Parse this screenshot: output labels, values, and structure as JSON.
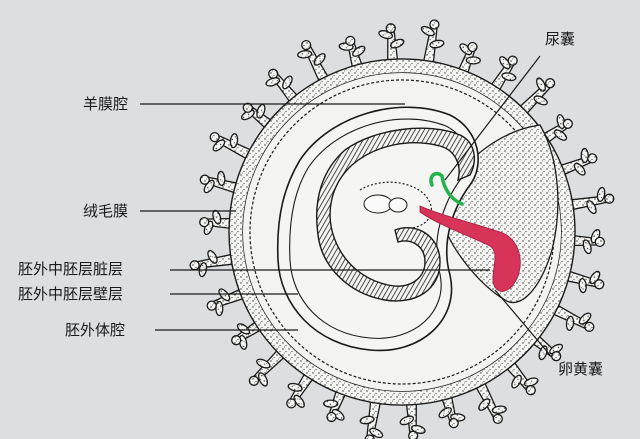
{
  "labels": {
    "allantois": "尿囊",
    "amniotic_cavity": "羊膜腔",
    "chorion": "绒毛膜",
    "visceral_layer": "胚外中胚层脏层",
    "parietal_layer": "胚外中胚层壁层",
    "exocoelom": "胚外体腔",
    "yolk_sac": "卵黄囊"
  },
  "colors": {
    "background": "#dcdedf",
    "ink": "#1a1a1a",
    "allantois_highlight": "#22b34a",
    "yolk_sac_highlight": "#d8345a"
  }
}
